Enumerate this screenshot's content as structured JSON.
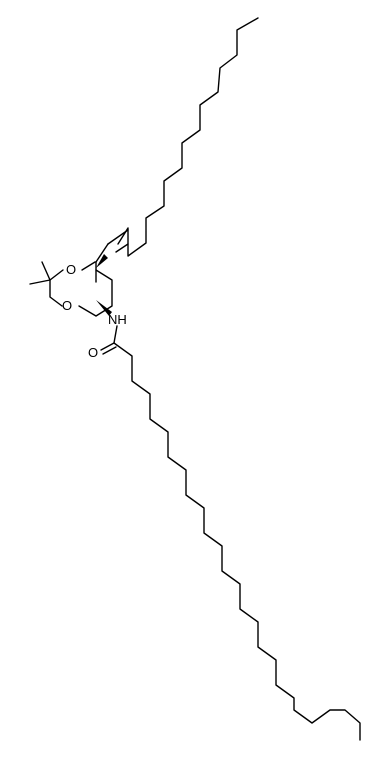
{
  "molecule": {
    "atom_labels": {
      "ring_oxygen_top": "O",
      "ring_oxygen_left": "O",
      "amide_nitrogen": "NH",
      "carbonyl_oxygen": "O"
    }
  }
}
